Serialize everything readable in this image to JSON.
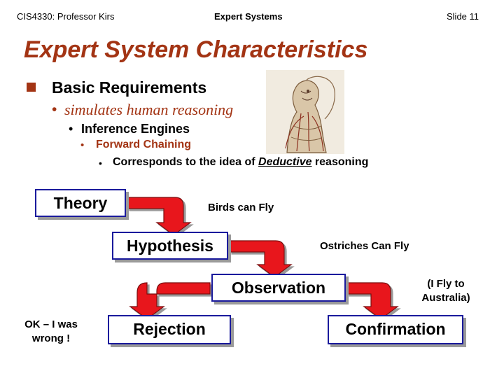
{
  "header": {
    "left": "CIS4330: Professor Kirs",
    "center": "Expert Systems",
    "right": "Slide 11"
  },
  "slide_title": "Expert System Characteristics",
  "bullets": {
    "level1": "Basic Requirements",
    "level2": "simulates human reasoning",
    "level3": "Inference Engines",
    "level4": "Forward Chaining",
    "level5_prefix": "Corresponds to the idea of ",
    "level5_emphasis": "Deductive",
    "level5_suffix": " reasoning"
  },
  "diagram": {
    "nodes": {
      "theory": "Theory",
      "hypothesis": "Hypothesis",
      "observation": "Observation",
      "rejection": "Rejection",
      "confirmation": "Confirmation"
    },
    "notes": {
      "birds": "Birds can Fly",
      "ostriches": "Ostriches Can Fly",
      "australia_line1": "(I Fly to",
      "australia_line2": "Australia)",
      "ok_line1": "OK – I was",
      "ok_line2": "wrong !"
    }
  },
  "colors": {
    "title": "#a33414",
    "box_border": "#1a1a9c",
    "arrow_fill": "#e8161e",
    "shadow": "#9a9a9a"
  },
  "icons": {
    "bullet_square": "q-square-bullet-icon",
    "illustration": "anatomy-illustration-icon"
  }
}
